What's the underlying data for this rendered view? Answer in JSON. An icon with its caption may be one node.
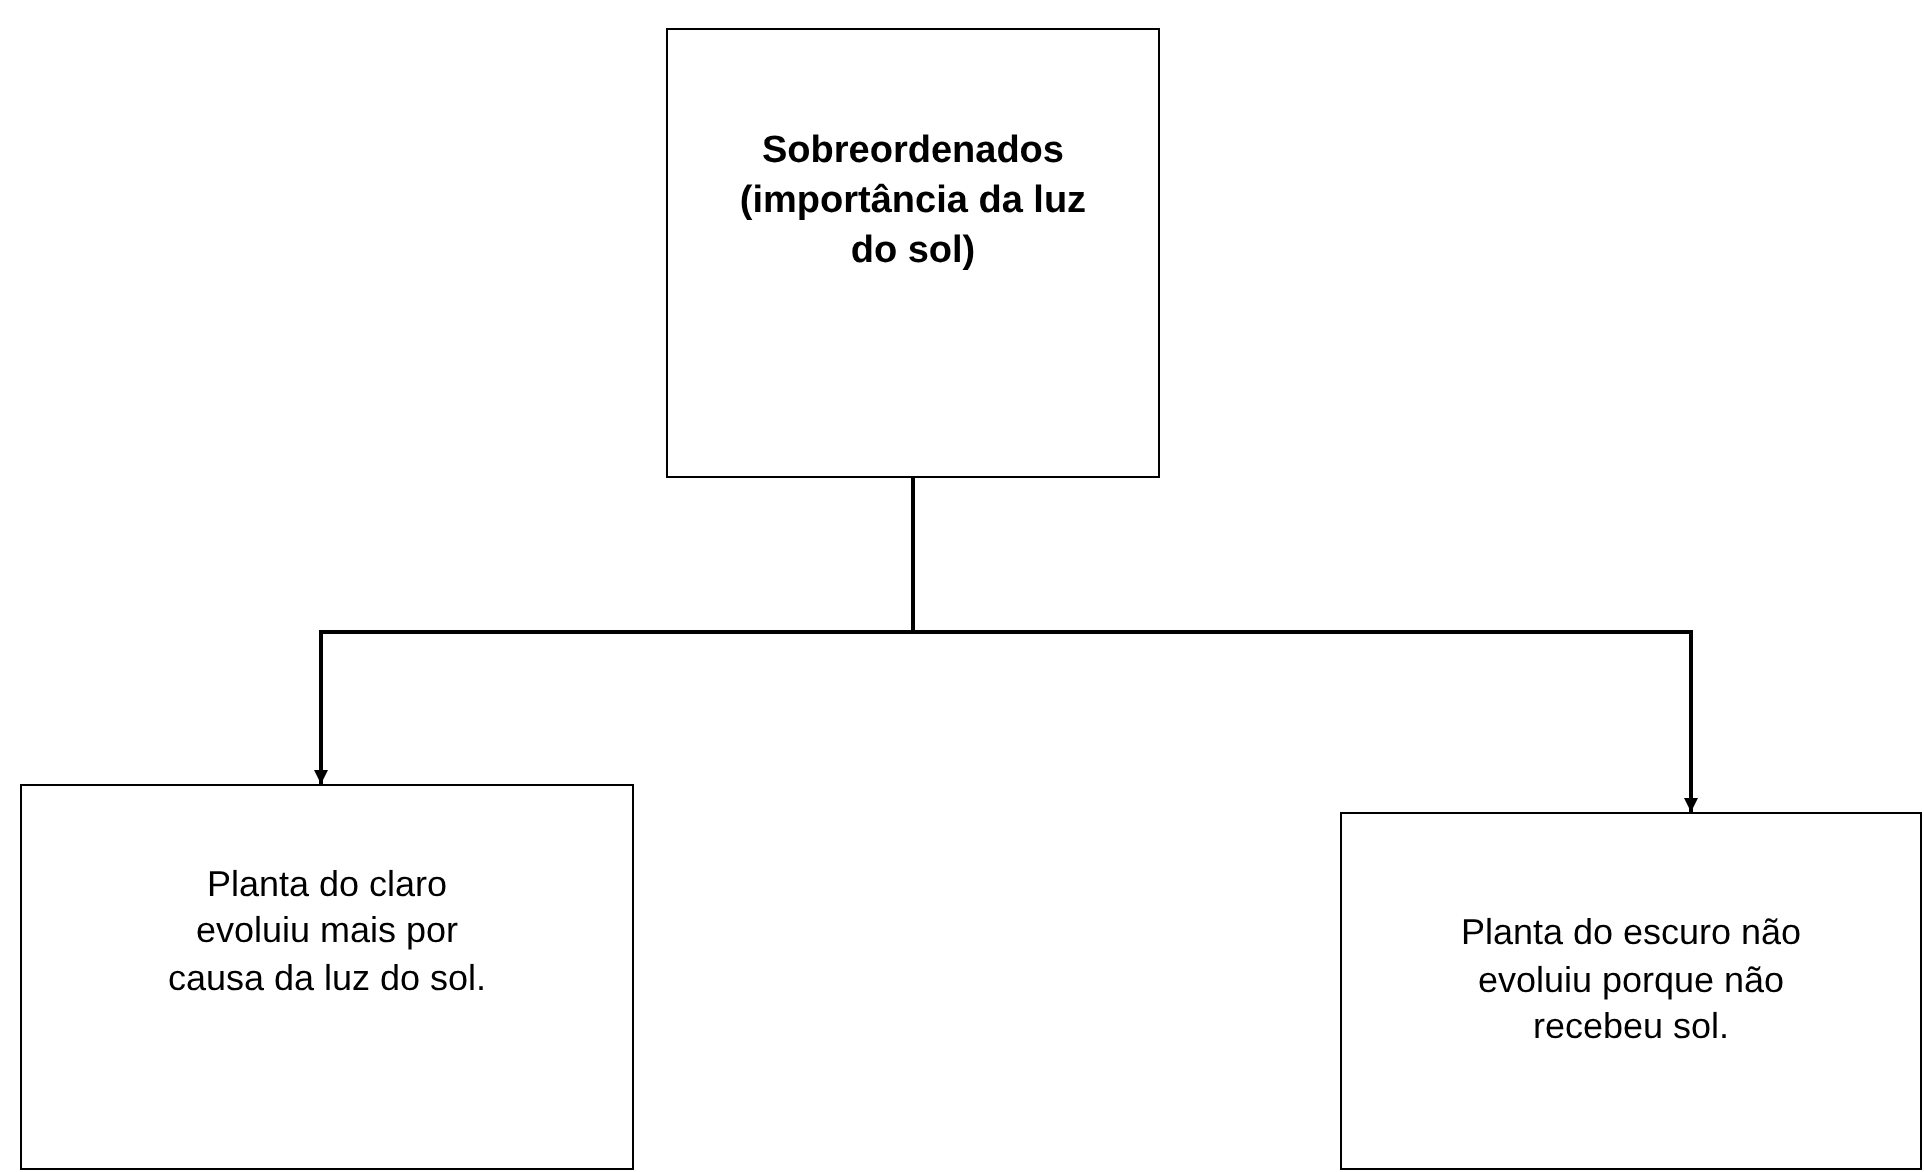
{
  "diagram": {
    "nodes": [
      {
        "text": [
          "Sobreordenados (importância da luz do sol)"
        ]
      },
      {
        "text": [
          "Planta do claro evoluiu mais por causa da luz do sol."
        ]
      },
      {
        "text": [
          "Planta do escuro não evoluiu porque não recebeu sol."
        ]
      }
    ],
    "edges": [
      {
        "from": 0,
        "to": 1,
        "arrow": "to"
      },
      {
        "from": 0,
        "to": 2,
        "arrow": "to"
      }
    ]
  }
}
